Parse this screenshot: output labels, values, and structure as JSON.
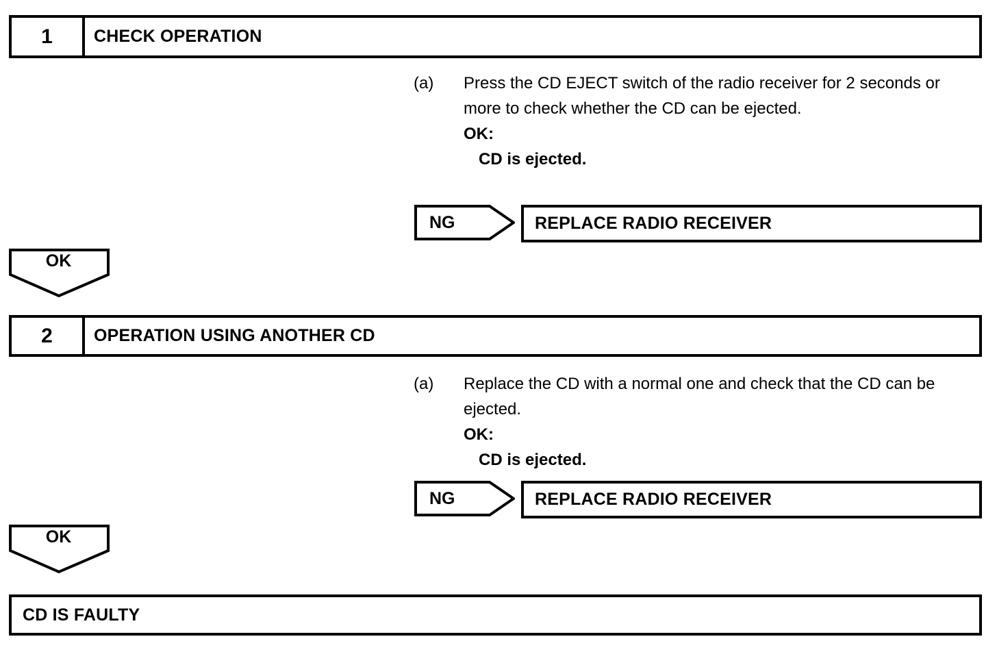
{
  "document": {
    "type": "troubleshooting-flowchart",
    "title": "CD Eject Inspection Procedure"
  },
  "steps": [
    {
      "number": "1",
      "title": "CHECK OPERATION",
      "instruction": {
        "label": "(a)",
        "sentence": "Press the CD EJECT switch of the radio receiver for 2 seconds or more to check whether the CD can be ejected.",
        "ok_label": "OK:",
        "ok_value": "CD is ejected."
      },
      "ng_branch": {
        "arrow_label": "NG",
        "result": "REPLACE RADIO RECEIVER"
      },
      "ok_branch": {
        "arrow_label": "OK"
      }
    },
    {
      "number": "2",
      "title": "OPERATION USING ANOTHER CD",
      "instruction": {
        "label": "(a)",
        "sentence": "Replace the CD with a normal one and check that the CD can be ejected.",
        "ok_label": "OK:",
        "ok_value": "CD is ejected."
      },
      "ng_branch": {
        "arrow_label": "NG",
        "result": "REPLACE RADIO RECEIVER"
      },
      "ok_branch": {
        "arrow_label": "OK"
      }
    }
  ],
  "conclusion": {
    "text": "CD IS FAULTY"
  },
  "colors": {
    "ink": "#000000",
    "paper": "#ffffff"
  }
}
